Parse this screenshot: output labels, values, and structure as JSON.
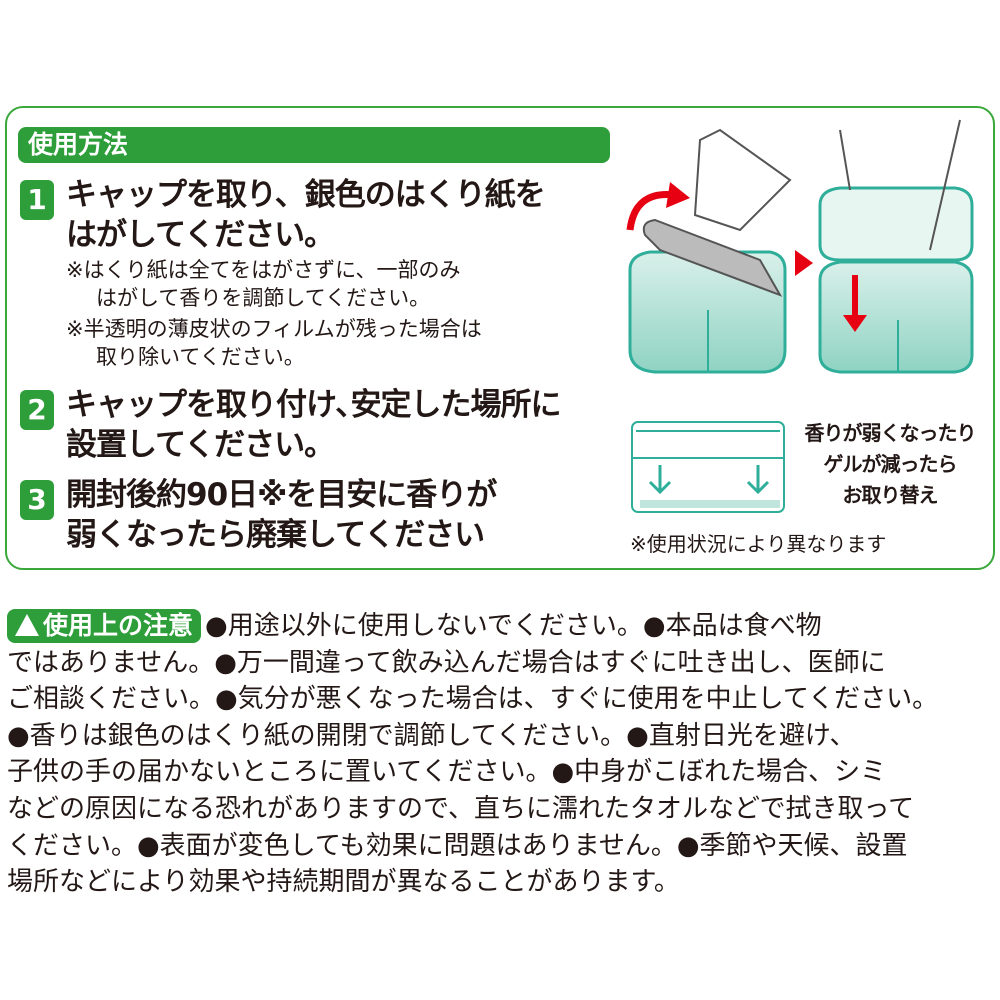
{
  "usage": {
    "title": "使用方法",
    "steps": [
      {
        "num": "1",
        "lines": [
          "キャップを取り、銀色のはくり紙を",
          "はがしてください。"
        ],
        "notes": [
          "※はくり紙は全てをはがさずに、一部のみ",
          "はがして香りを調節してください。",
          "※半透明の薄皮状のフィルムが残った場合は",
          "取り除いてください。"
        ]
      },
      {
        "num": "2",
        "lines": [
          "キャップを取り付け､安定した場所に",
          "設置してください。"
        ]
      },
      {
        "num": "3",
        "lines": [
          "開封後約90日※を目安に香りが",
          "弱くなったら廃棄してください"
        ]
      }
    ],
    "illustration": {
      "replace_text": [
        "香りが弱くなったり",
        "ゲルが減ったら",
        "お取り替え"
      ],
      "footnote": "※使用状況により異なります"
    }
  },
  "caution": {
    "title": "使用上の注意",
    "lines": [
      "●用途以外に使用しないでください。●本品は食べ物",
      "ではありません。●万一間違って飲み込んだ場合はすぐに吐き出し、医師に",
      "ご相談ください。●気分が悪くなった場合は、すぐに使用を中止してください。",
      "●香りは銀色のはくり紙の開閉で調節してください。●直射日光を避け、",
      "子供の手の届かないところに置いてください。●中身がこぼれた場合、シミ",
      "などの原因になる恐れがありますので、直ちに濡れたタオルなどで拭き取って",
      "ください。●表面が変色しても効果に問題はありません。●季節や天候、設置",
      "場所などにより効果や持続期間が異なることがあります。"
    ]
  },
  "colors": {
    "green": "#2e9e3a",
    "teal": "#2fae9a",
    "red": "#e60012"
  }
}
